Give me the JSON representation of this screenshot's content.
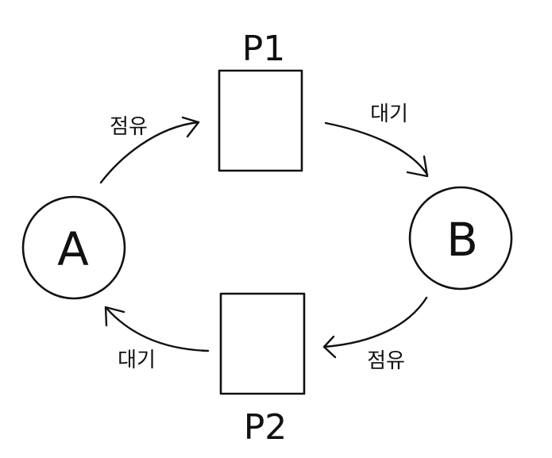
{
  "diagram": {
    "processes": [
      {
        "id": "A",
        "label": "A"
      },
      {
        "id": "B",
        "label": "B"
      }
    ],
    "resources": [
      {
        "id": "P1",
        "label": "P1"
      },
      {
        "id": "P2",
        "label": "P2"
      }
    ],
    "edges": [
      {
        "from": "A",
        "to": "P1",
        "label": "점유"
      },
      {
        "from": "P1",
        "to": "B",
        "label": "대기"
      },
      {
        "from": "B",
        "to": "P2",
        "label": "점유"
      },
      {
        "from": "P2",
        "to": "A",
        "label": "대기"
      }
    ]
  }
}
